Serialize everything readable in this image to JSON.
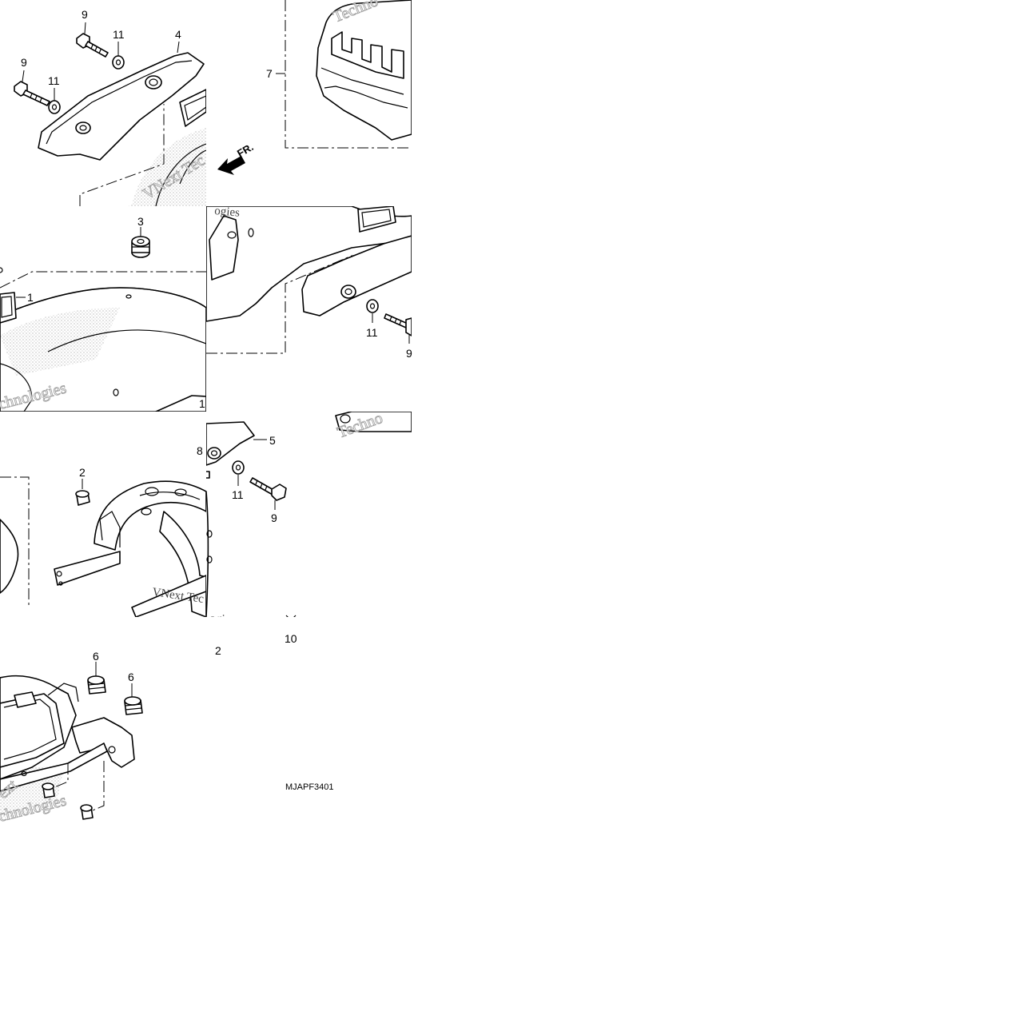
{
  "callouts": [
    {
      "id": "c9a",
      "text": "9"
    },
    {
      "id": "c11a",
      "text": "11"
    },
    {
      "id": "c4",
      "text": "4"
    },
    {
      "id": "c9b",
      "text": "9"
    },
    {
      "id": "c11b",
      "text": "11"
    },
    {
      "id": "c7",
      "text": "7"
    },
    {
      "id": "c3",
      "text": "3"
    },
    {
      "id": "c1a",
      "text": "1"
    },
    {
      "id": "c11c",
      "text": "11"
    },
    {
      "id": "c9c",
      "text": "9"
    },
    {
      "id": "c1b",
      "text": "1"
    },
    {
      "id": "c5",
      "text": "5"
    },
    {
      "id": "c8",
      "text": "8"
    },
    {
      "id": "c2a",
      "text": "2"
    },
    {
      "id": "c11d",
      "text": "11"
    },
    {
      "id": "c9d",
      "text": "9"
    },
    {
      "id": "c2b",
      "text": "2"
    },
    {
      "id": "c10",
      "text": "10"
    },
    {
      "id": "c6a",
      "text": "6"
    },
    {
      "id": "c6b",
      "text": "6"
    }
  ],
  "direction_label": "FR.",
  "figure_code": "MJAPF3401",
  "watermarks": {
    "tech": "Techno",
    "technologies": "Technologies",
    "vnext": "VNext Tec",
    "gies": "ogies",
    "ext": "ext",
    "chnologies": "chnologies"
  }
}
